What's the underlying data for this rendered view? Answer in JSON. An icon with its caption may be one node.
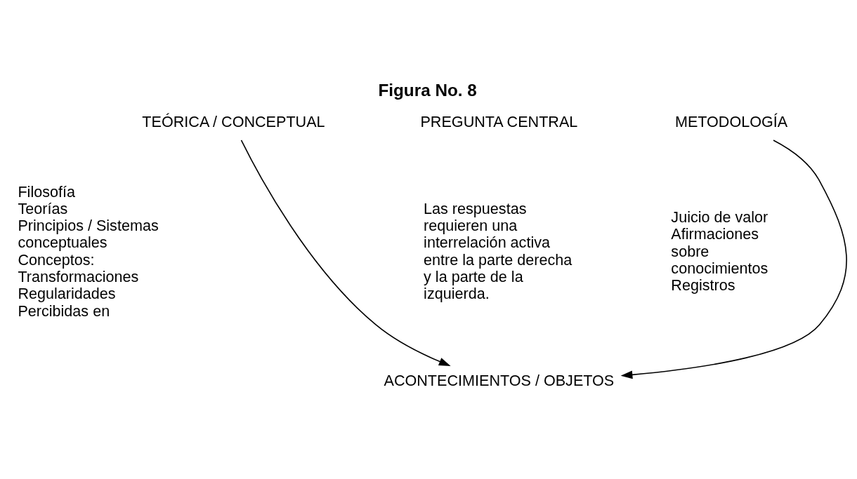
{
  "diagram": {
    "title": "Figura No. 8",
    "nodes": [
      {
        "text": [
          "TEÓRICA / CONCEPTUAL"
        ]
      },
      {
        "text": [
          "PREGUNTA CENTRAL"
        ]
      },
      {
        "text": [
          "METODOLOGÍA"
        ]
      },
      {
        "text": [
          "ACONTECIMIENTOS / OBJETOS"
        ]
      }
    ],
    "edges": [
      {
        "from": 0,
        "to": 3,
        "arrow": "to"
      },
      {
        "from": 2,
        "to": 3,
        "arrow": "to"
      }
    ],
    "labels": [
      "Filosofía",
      "Teorías",
      "Principios / Sistemas conceptuales",
      "Conceptos: Transformaciones Regularidades Percibidas en",
      "Las respuestas requieren una interrelación activa entre la parte derecha y la parte de la izquierda.",
      "Juicio de valor",
      "Afirmaciones sobre conocimientos",
      "Registros"
    ]
  }
}
